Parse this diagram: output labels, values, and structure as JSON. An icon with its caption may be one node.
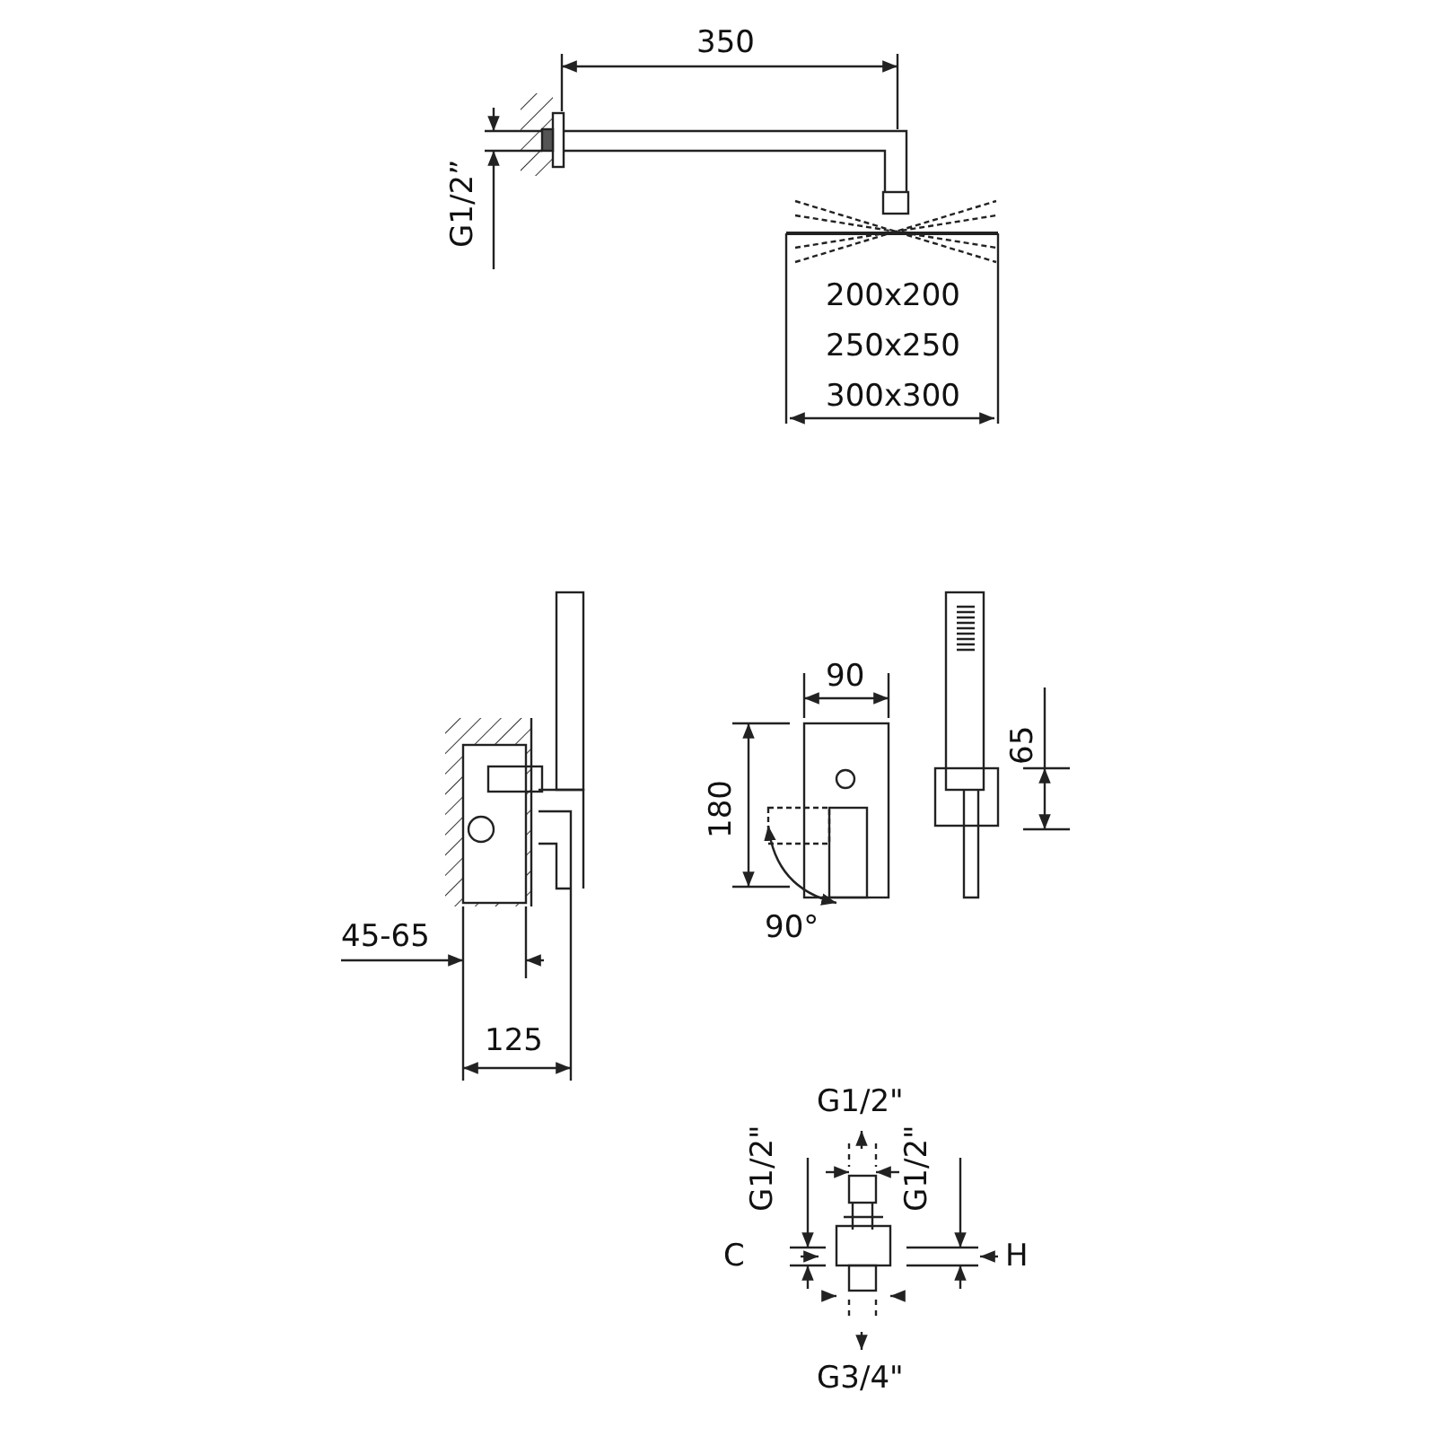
{
  "diagram": {
    "labels": [
      "350",
      "G1/2”",
      "200x200",
      "250x250",
      "300x300",
      "45-65",
      "125",
      "90",
      "180",
      "90°",
      "65",
      "G1/2\"",
      "G1/2\"",
      "G1/2\"",
      "C",
      "H",
      "G3/4\""
    ]
  }
}
